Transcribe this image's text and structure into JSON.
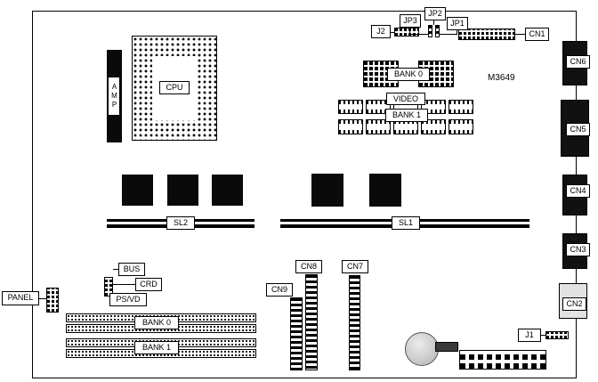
{
  "diagram": {
    "part_number": "M3649",
    "cpu": {
      "socket_label": "CPU",
      "regulator_label": "AMP"
    },
    "memory_top": {
      "bank0_label": "BANK 0",
      "video_label": "VIDEO",
      "bank1_label": "BANK 1"
    },
    "jumpers": {
      "j2": "J2",
      "jp3": "JP3",
      "jp2": "JP2",
      "jp1": "JP1",
      "cn1": "CN1"
    },
    "edge_connectors": {
      "cn6": "CN6",
      "cn5": "CN5",
      "cn4": "CN4",
      "cn3": "CN3",
      "cn2": "CN2"
    },
    "slots": {
      "sl2": "SL2",
      "sl1": "SL1"
    },
    "left_connectors": {
      "bus": "BUS",
      "crd": "CRD",
      "psvd": "PS/VD",
      "panel": "PANEL"
    },
    "memory_bottom": {
      "bank0_label": "BANK 0",
      "bank1_label": "BANK 1"
    },
    "bottom_connectors": {
      "cn9": "CN9",
      "cn8": "CN8",
      "cn7": "CN7",
      "j1": "J1"
    }
  }
}
